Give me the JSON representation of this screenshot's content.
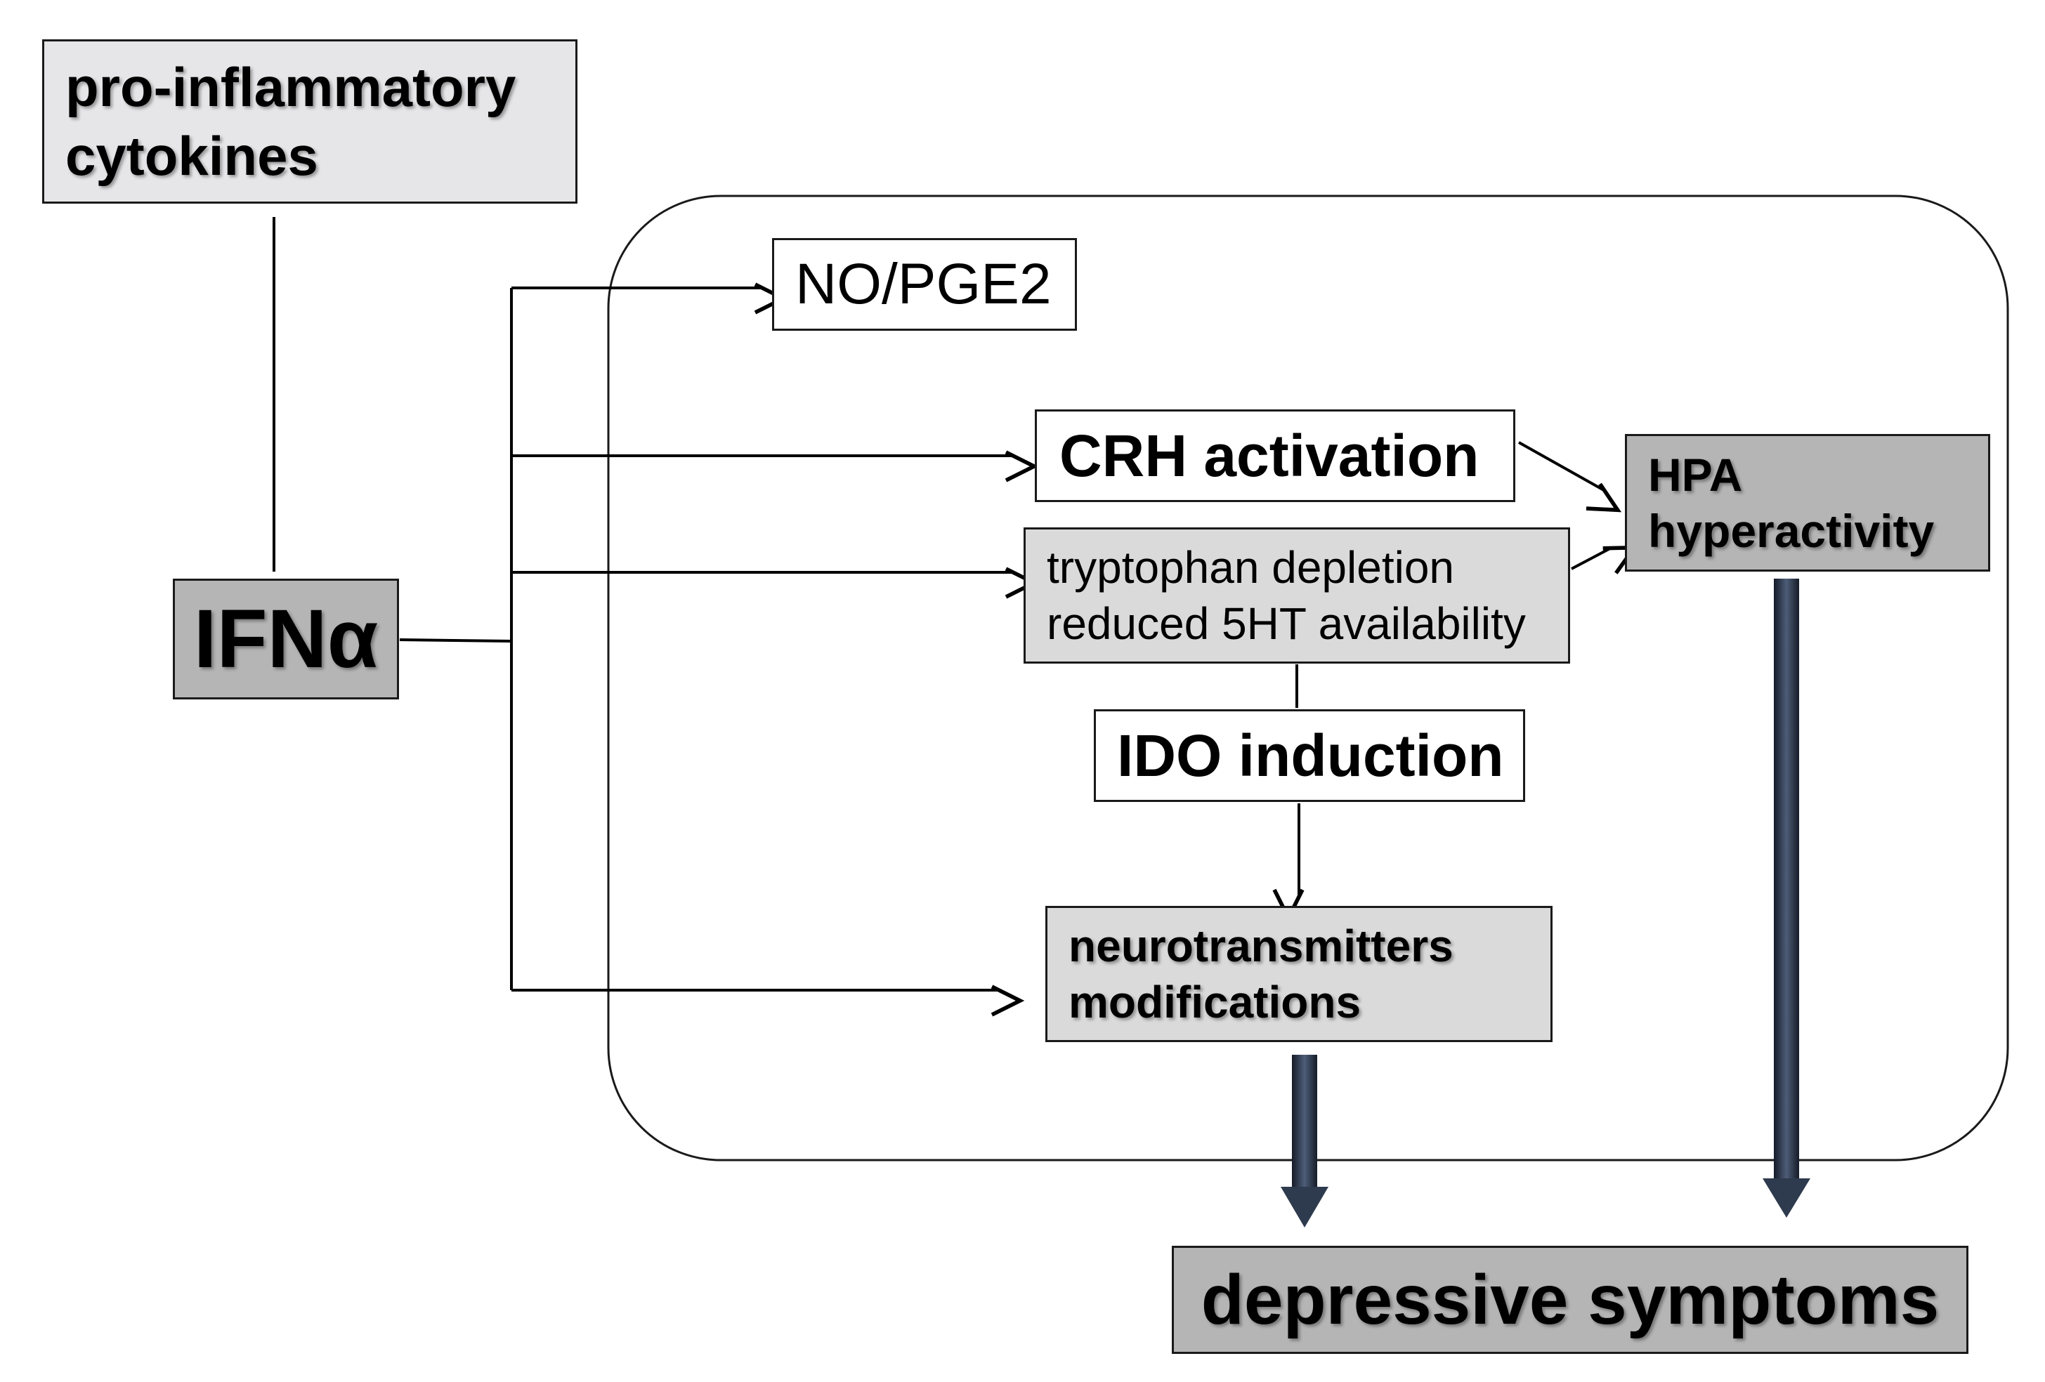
{
  "nodes": {
    "cytokines": {
      "line1": "pro-inflammatory",
      "line2": "cytokines"
    },
    "ifn": {
      "label": "IFNα"
    },
    "nopge2": {
      "label": "NO/PGE2"
    },
    "crh": {
      "label": "CRH activation"
    },
    "hpa": {
      "line1": "HPA",
      "line2": "hyperactivity"
    },
    "tryptophan": {
      "line1": "tryptophan depletion",
      "line2": "reduced 5HT availability"
    },
    "ido": {
      "label": "IDO induction"
    },
    "neuro": {
      "line1": "neurotransmitters",
      "line2": "modifications"
    },
    "depressive": {
      "label": "depressive symptoms"
    }
  },
  "colors": {
    "dark_fill": "#b5b5b5",
    "light_fill": "#dadada",
    "header_fill": "#e6e6e8",
    "line": "#000000",
    "block_arrow": "#2e3a4d"
  }
}
